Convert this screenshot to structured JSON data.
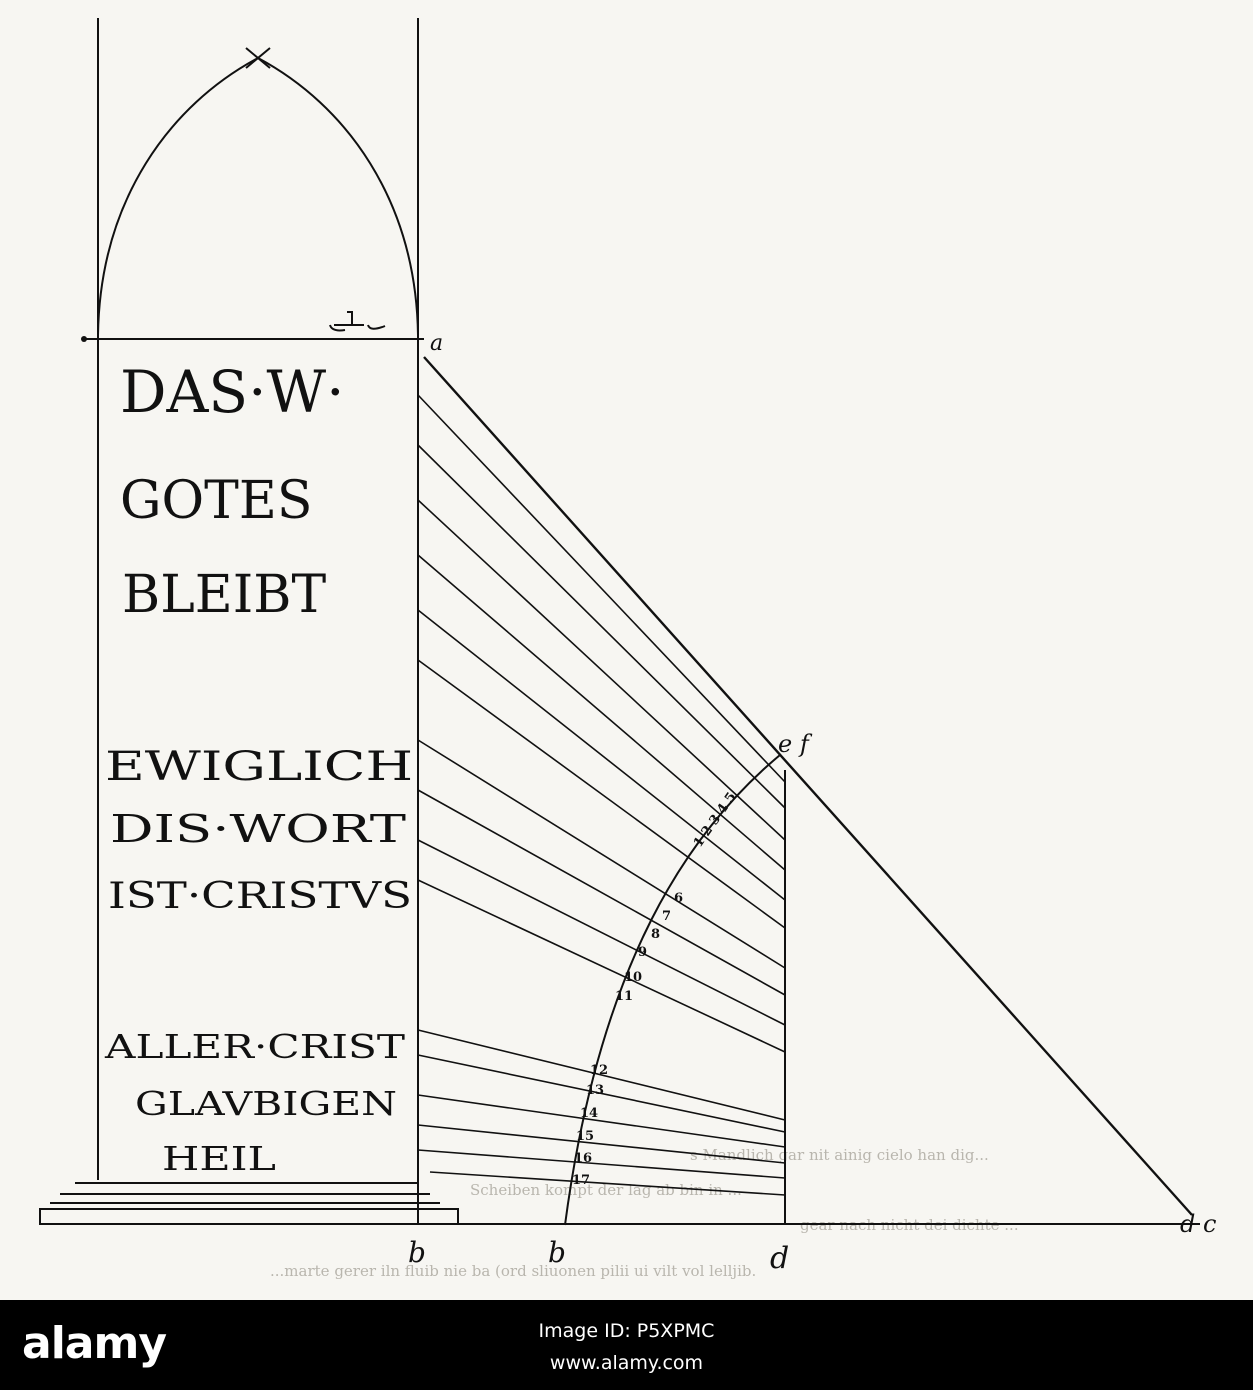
{
  "inscription": {
    "lines": [
      "DAS·W·",
      "GOTES",
      "BLEIBT",
      "EWIGLICH",
      "DIS·WORT",
      "IST·CRISTVS",
      "ALLER·CRIST",
      "GLAVBIGEN",
      "HEIL"
    ]
  },
  "labels": {
    "top_right": "a",
    "corner": "e f",
    "base_left": "b",
    "base_mid": "b",
    "base_right": "d",
    "far_right": "d c"
  },
  "arc_numbers": [
    "1 2 3 4 5",
    "6",
    "7",
    "8",
    "9",
    "10",
    "11",
    "12",
    "13",
    "14",
    "15",
    "16",
    "17"
  ],
  "show_through_text": [
    "s Mandlich gar nit ainig cielo han dig...",
    "Scheiben kompt der lag ab bin in ...",
    "gear nach nicht dei dichte ...",
    "...marte gerer iln fluib nie ba (ord sliuonen pilii ui vilt vol lelljib."
  ],
  "footer": {
    "logo": "alamy",
    "image_id": "Image ID: P5XPMC",
    "site": "www.alamy.com"
  }
}
